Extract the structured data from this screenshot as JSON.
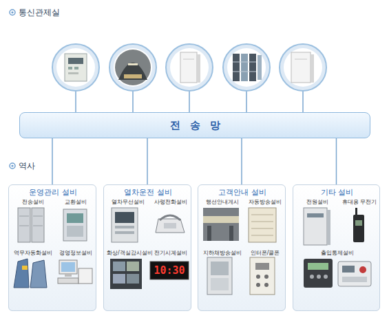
{
  "diagram": {
    "nodes": [
      {
        "text": [
          "전송망"
        ]
      },
      {
        "text": [
          "운영관리 설비",
          "전송설비",
          "교환설비",
          "역무자동화설비",
          "경영정보설비"
        ]
      },
      {
        "text": [
          "열차운전 설비",
          "열차무선설비",
          "사령전화설비",
          "화상/객실감시설비",
          "전기시계설비"
        ]
      },
      {
        "text": [
          "고객안내 설비",
          "행선안내게시",
          "자동방송설비",
          "지하채방송설비",
          "인터폰/콜폰"
        ]
      },
      {
        "text": [
          "기타 설비",
          "전원설비",
          "휴대용 무전기",
          "출입통제설비"
        ]
      }
    ],
    "edges": [
      {
        "from": 0,
        "to": 1,
        "arrow": "none"
      },
      {
        "from": 0,
        "to": 2,
        "arrow": "none"
      },
      {
        "from": 0,
        "to": 3,
        "arrow": "none"
      },
      {
        "from": 0,
        "to": 4,
        "arrow": "none"
      }
    ],
    "labels": [
      "통신관제실",
      "역사",
      "10:30"
    ]
  }
}
